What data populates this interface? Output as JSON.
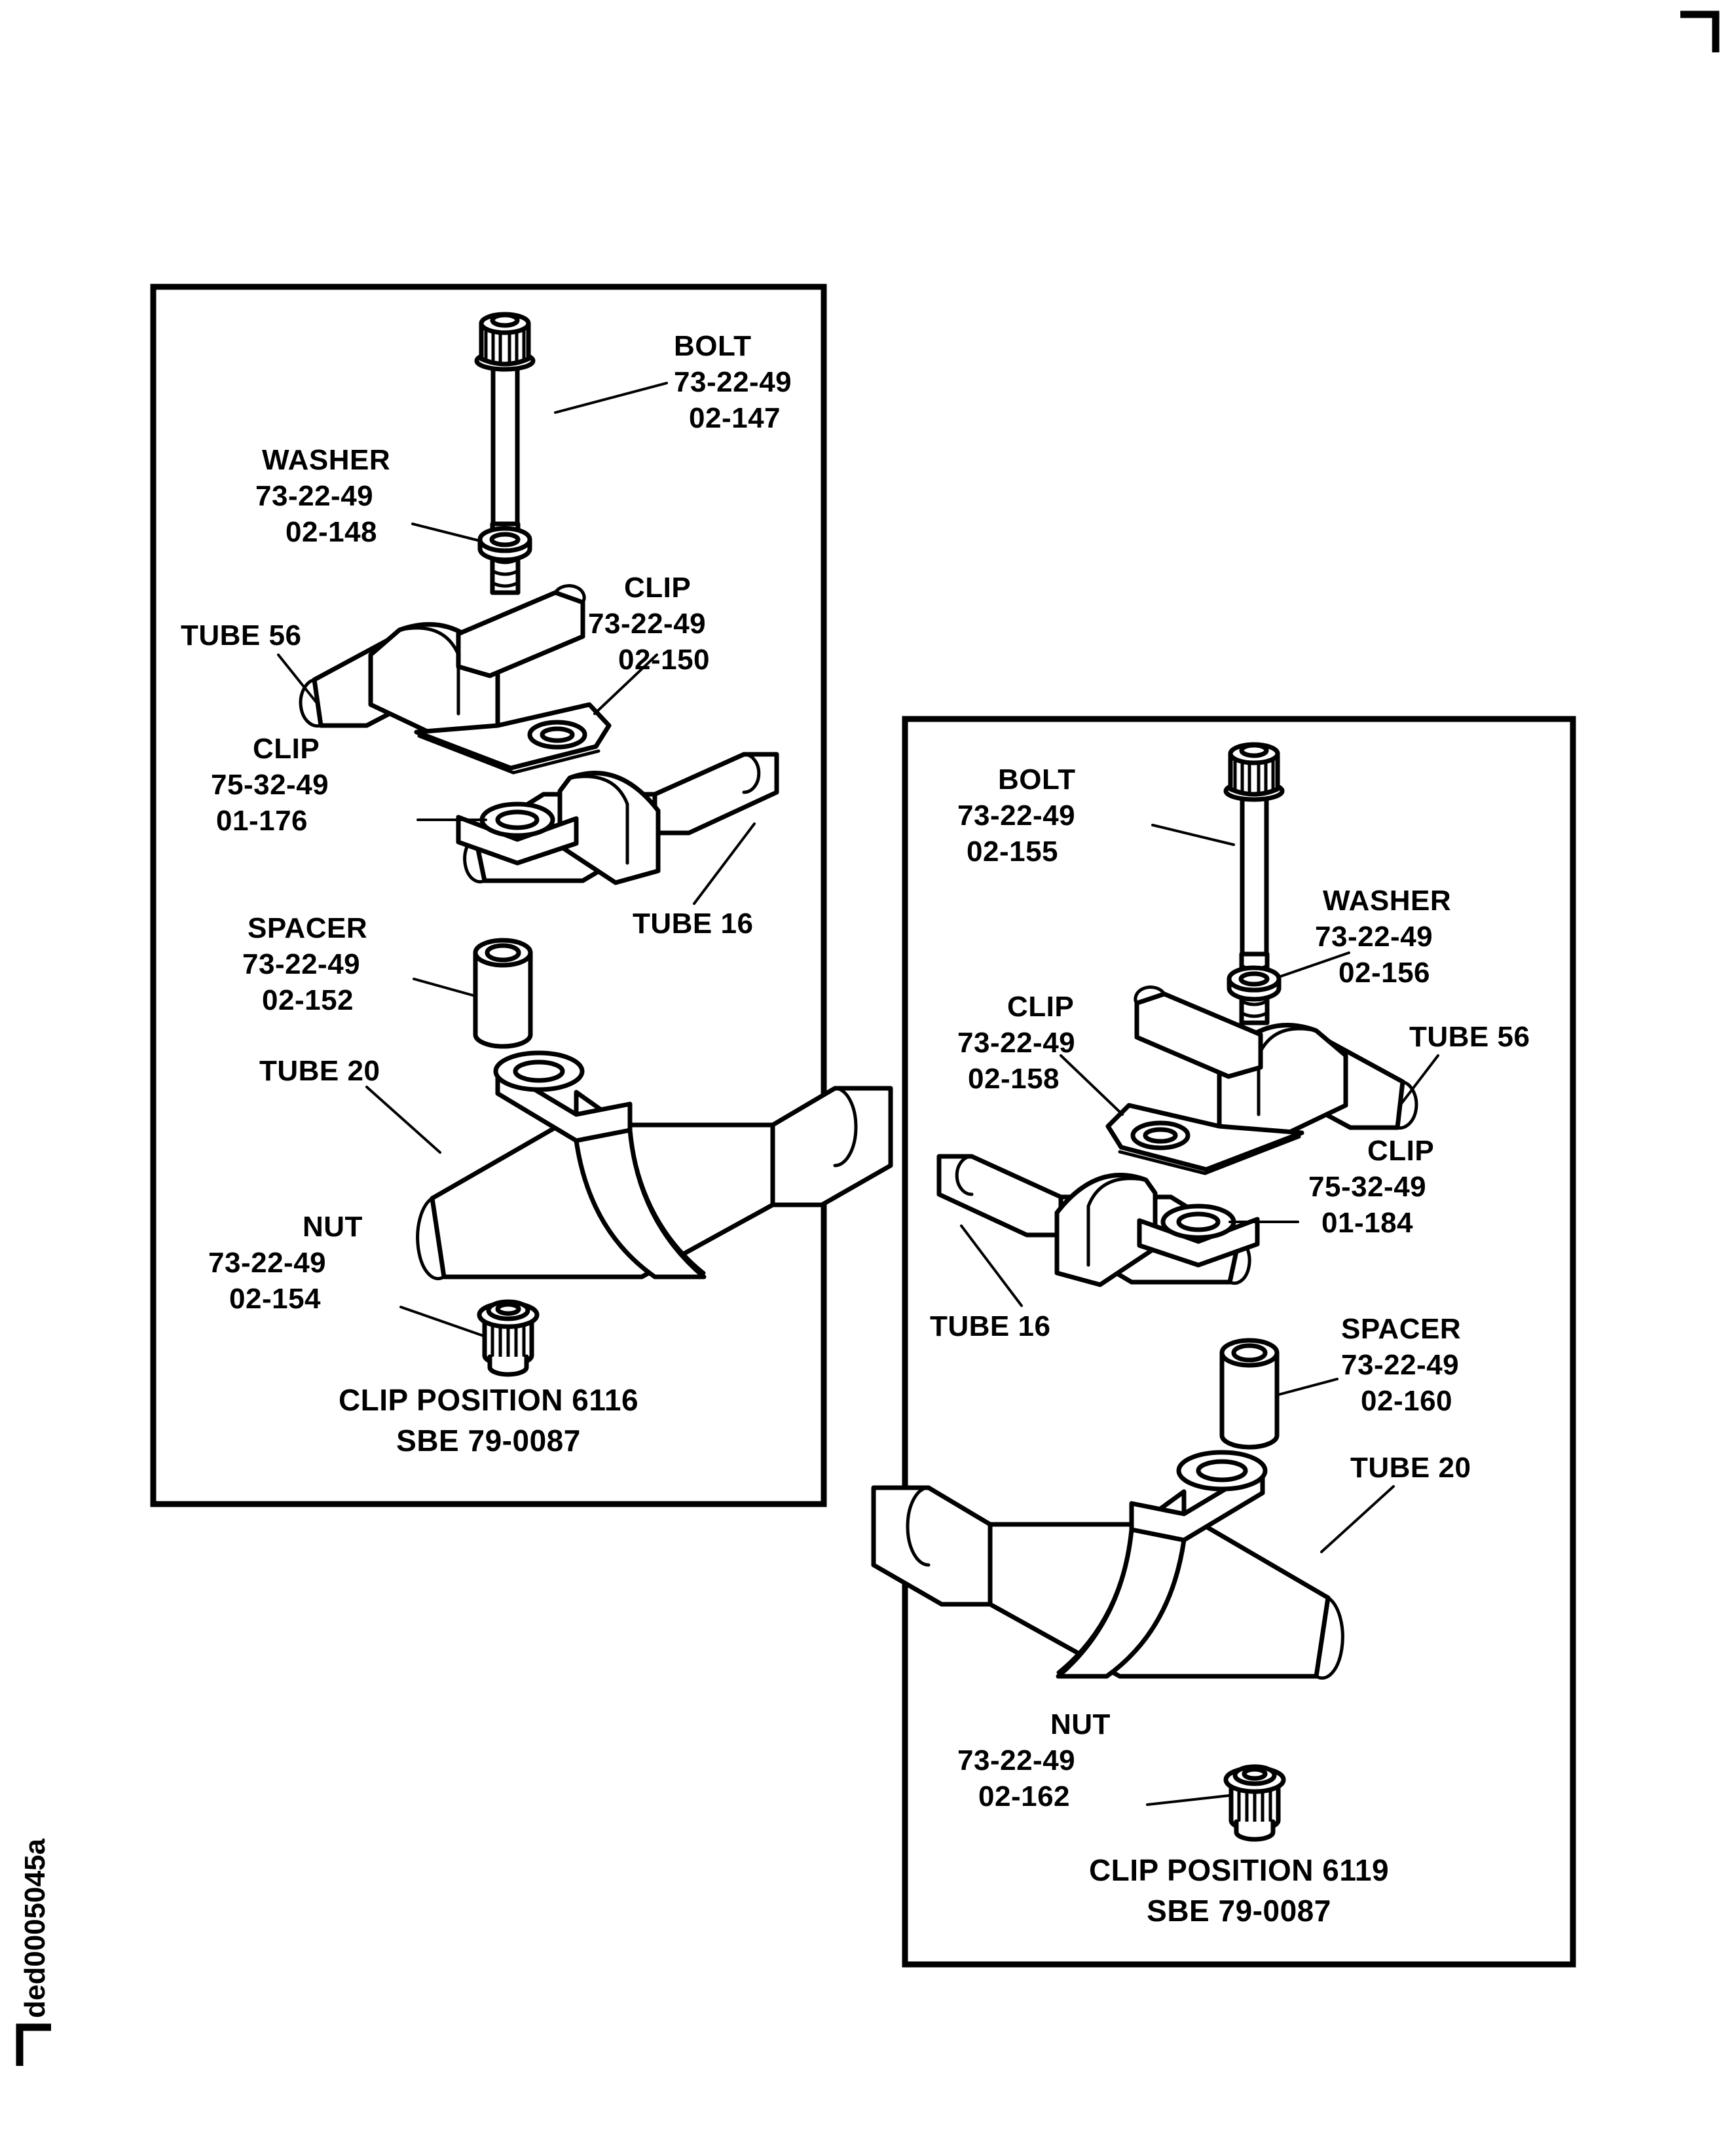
{
  "document": {
    "corner_id": "ded0005045a",
    "registration_marks": [
      "top-right",
      "bottom-left"
    ]
  },
  "panels": [
    {
      "id": "panel-6116",
      "caption_line1": "CLIP POSITION 6116",
      "caption_line2": "SBE 79-0087",
      "labels": [
        {
          "name": "bolt",
          "title": "BOLT",
          "part_line1": "73-22-49",
          "part_line2": "02-147"
        },
        {
          "name": "washer",
          "title": "WASHER",
          "part_line1": "73-22-49",
          "part_line2": "02-148"
        },
        {
          "name": "clip-upper",
          "title": "CLIP",
          "part_line1": "73-22-49",
          "part_line2": "02-150"
        },
        {
          "name": "tube-56",
          "title": "TUBE 56",
          "part_line1": "",
          "part_line2": ""
        },
        {
          "name": "clip-lower",
          "title": "CLIP",
          "part_line1": "75-32-49",
          "part_line2": "01-176"
        },
        {
          "name": "tube-16",
          "title": "TUBE 16",
          "part_line1": "",
          "part_line2": ""
        },
        {
          "name": "spacer",
          "title": "SPACER",
          "part_line1": "73-22-49",
          "part_line2": "02-152"
        },
        {
          "name": "tube-20",
          "title": "TUBE 20",
          "part_line1": "",
          "part_line2": ""
        },
        {
          "name": "nut",
          "title": "NUT",
          "part_line1": "73-22-49",
          "part_line2": "02-154"
        }
      ]
    },
    {
      "id": "panel-6119",
      "caption_line1": "CLIP POSITION 6119",
      "caption_line2": "SBE 79-0087",
      "labels": [
        {
          "name": "bolt",
          "title": "BOLT",
          "part_line1": "73-22-49",
          "part_line2": "02-155"
        },
        {
          "name": "washer",
          "title": "WASHER",
          "part_line1": "73-22-49",
          "part_line2": "02-156"
        },
        {
          "name": "clip-upper",
          "title": "CLIP",
          "part_line1": "73-22-49",
          "part_line2": "02-158"
        },
        {
          "name": "tube-56",
          "title": "TUBE 56",
          "part_line1": "",
          "part_line2": ""
        },
        {
          "name": "clip-lower",
          "title": "CLIP",
          "part_line1": "75-32-49",
          "part_line2": "01-184"
        },
        {
          "name": "tube-16",
          "title": "TUBE 16",
          "part_line1": "",
          "part_line2": ""
        },
        {
          "name": "spacer",
          "title": "SPACER",
          "part_line1": "73-22-49",
          "part_line2": "02-160"
        },
        {
          "name": "tube-20",
          "title": "TUBE 20",
          "part_line1": "",
          "part_line2": ""
        },
        {
          "name": "nut",
          "title": "NUT",
          "part_line1": "73-22-49",
          "part_line2": "02-162"
        }
      ]
    }
  ],
  "colors": {
    "ink": "#000000",
    "paper": "#ffffff"
  }
}
